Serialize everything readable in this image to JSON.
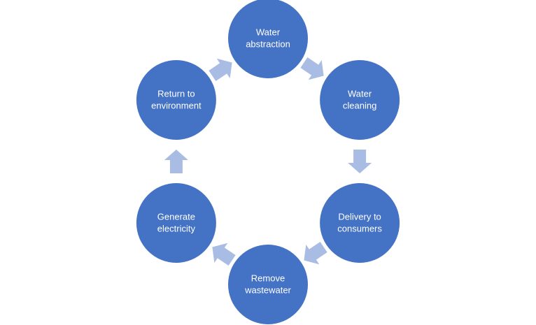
{
  "diagram": {
    "type": "cycle",
    "colors": {
      "node_fill": "#4472C4",
      "arrow_fill": "#A9BCE3",
      "text": "#FFFFFF",
      "background": "#FFFFFF"
    },
    "nodes": [
      {
        "id": "water-abstraction",
        "lines": [
          "Water",
          "abstraction"
        ]
      },
      {
        "id": "water-cleaning",
        "lines": [
          "Water",
          "cleaning"
        ]
      },
      {
        "id": "delivery-to-consumers",
        "lines": [
          "Delivery to",
          "consumers"
        ]
      },
      {
        "id": "remove-wastewater",
        "lines": [
          "Remove",
          "wastewater"
        ]
      },
      {
        "id": "generate-electricity",
        "lines": [
          "Generate",
          "electricity"
        ]
      },
      {
        "id": "return-to-environment",
        "lines": [
          "Return to",
          "environment"
        ]
      }
    ],
    "edges": [
      {
        "from": "water-abstraction",
        "to": "water-cleaning"
      },
      {
        "from": "water-cleaning",
        "to": "delivery-to-consumers"
      },
      {
        "from": "delivery-to-consumers",
        "to": "remove-wastewater"
      },
      {
        "from": "remove-wastewater",
        "to": "generate-electricity"
      },
      {
        "from": "generate-electricity",
        "to": "return-to-environment"
      },
      {
        "from": "return-to-environment",
        "to": "water-abstraction"
      }
    ]
  }
}
